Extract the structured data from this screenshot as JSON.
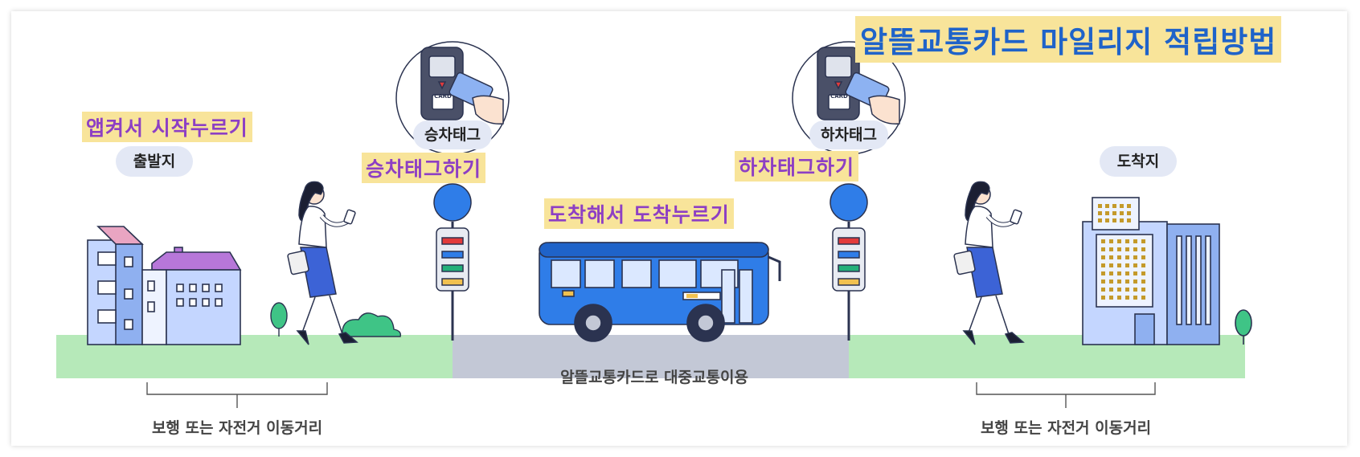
{
  "title": "알뜰교통카드 마일리지 적립방법",
  "steps": {
    "start": "앱켜서 시작누르기",
    "board": "승차태그하기",
    "arrive": "도착해서 도착누르기",
    "alight": "하차태그하기"
  },
  "labels": {
    "origin": "출발지",
    "destination": "도착지",
    "board_tag": "승차태그",
    "alight_tag": "하차태그",
    "card_text": "CARD"
  },
  "captions": {
    "walk_before": "보행 또는 자전거 이동거리",
    "transit": "알뜰교통카드로 대중교통이용",
    "walk_after": "보행 또는 자전거 이동거리"
  },
  "colors": {
    "grass": "#b6e9b9",
    "road": "#c3c8d6",
    "bus": "#2f7de8",
    "highlight": "#f8e49a",
    "title_text": "#1f63c9",
    "step_text": "#8d3fc4"
  }
}
